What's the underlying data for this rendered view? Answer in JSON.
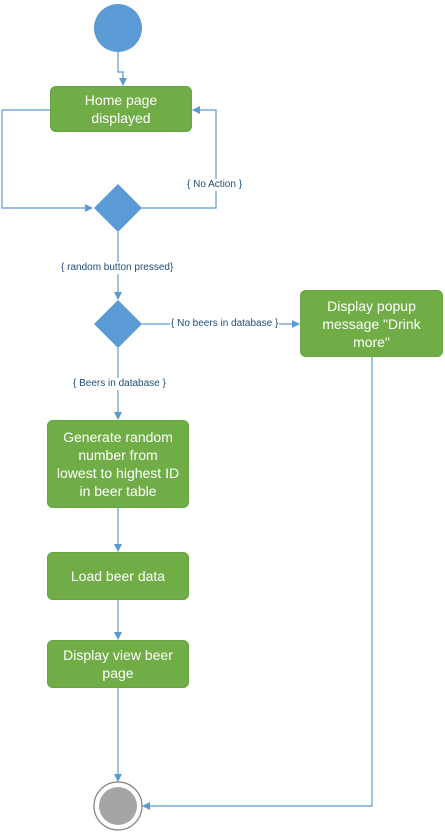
{
  "colors": {
    "line": "#5b9bd5",
    "start_node": "#5b9bd5",
    "decision": "#5b9bd5",
    "action": "#70ad47",
    "end_node": "#a5a5a5",
    "guard_text": "#1f4e79"
  },
  "actions": {
    "home": "Home page\ndisplayed",
    "popup": "Display popup\nmessage \"Drink\nmore\"",
    "generate": "Generate random\nnumber from\nlowest to highest ID\nin beer table",
    "load": "Load beer data",
    "view": "Display view beer\npage"
  },
  "guards": {
    "no_action": "{ No Action }",
    "random_pressed": "{ random button pressed}",
    "no_beers": "{ No beers in database }",
    "beers": "{ Beers in database }"
  }
}
